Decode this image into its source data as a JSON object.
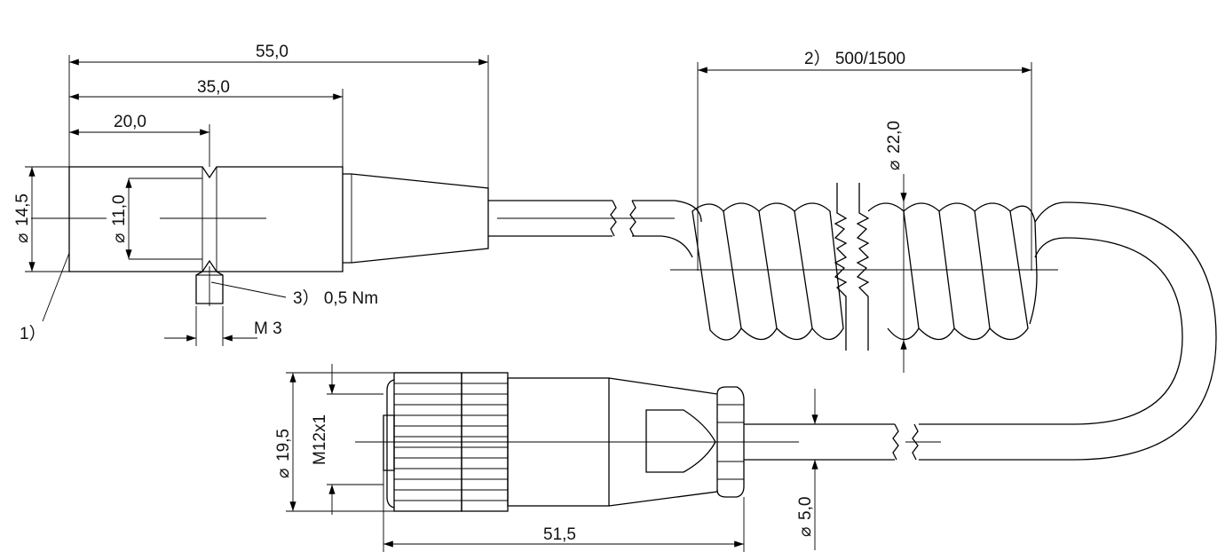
{
  "dimensions": {
    "len_55": "55,0",
    "len_35": "35,0",
    "len_20": "20,0",
    "dia_14_5": "14,5",
    "dia_11": "11,0",
    "coil_length_label": "2）  500/1500",
    "dia_22": "22,0",
    "dia_19_5": "19,5",
    "thread_m12": "M12x1",
    "dia_5": "5,0",
    "len_51_5": "51,5",
    "screw_thread": "M 3"
  },
  "notes": {
    "note1": "1）",
    "note3": "3）  0,5 Nm"
  },
  "symbols": {
    "diameter": "⌀"
  },
  "colors": {
    "line": "#000000",
    "background": "#ffffff"
  }
}
